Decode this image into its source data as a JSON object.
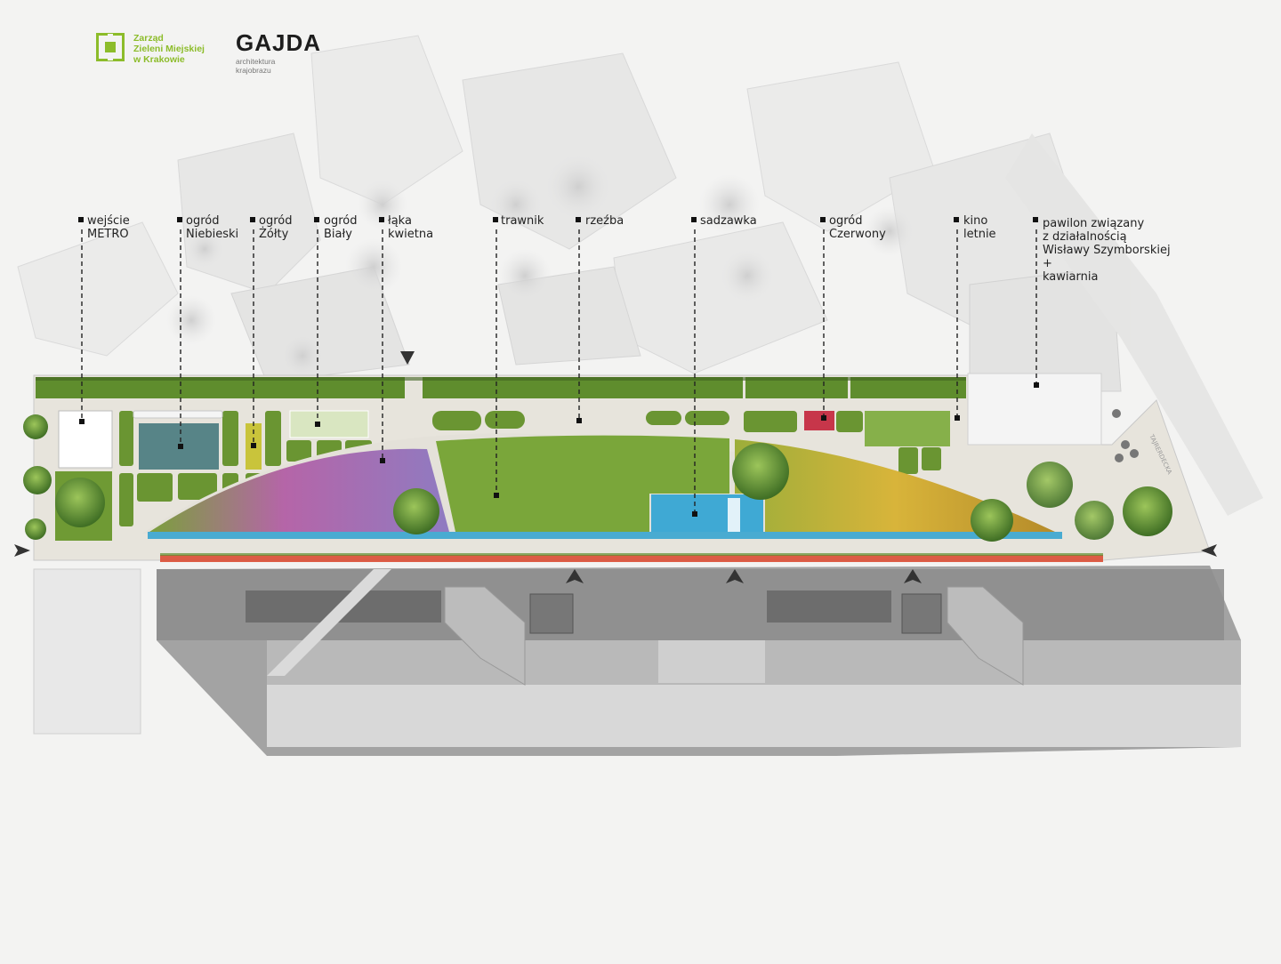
{
  "header": {
    "client_logo": {
      "name": "Zarząd\nZieleni Miejskiej\nw Krakowie",
      "color": "#8cbc2a",
      "icon": "zzm-square-logo"
    },
    "designer_logo": {
      "brand": "GAJDA",
      "subtitle": "architektura\nkrajobrazu"
    }
  },
  "street_label": "TAJRERDECKA",
  "callouts": [
    {
      "id": "metro",
      "text": "wejście\nMETRO"
    },
    {
      "id": "blue-garden",
      "text": "ogród\nNiebieski"
    },
    {
      "id": "yellow-garden",
      "text": "ogród\nŻółty"
    },
    {
      "id": "white-garden",
      "text": "ogród\nBiały"
    },
    {
      "id": "meadow",
      "text": "łąka\nkwietna"
    },
    {
      "id": "lawn",
      "text": "trawnik"
    },
    {
      "id": "sculpture",
      "text": "rzeźba"
    },
    {
      "id": "pond",
      "text": "sadzawka"
    },
    {
      "id": "red-garden",
      "text": "ogród\nCzerwony"
    },
    {
      "id": "cinema",
      "text": "kino\nletnie"
    },
    {
      "id": "pavilion",
      "text": "pawilon związany\nz działalnością\nWisławy Szymborskiej\n+\nkawiarnia"
    }
  ],
  "colors": {
    "lawn": "#7fa83a",
    "hedge": "#5d8a2c",
    "water": "#3fa9d4",
    "meadow_pink": "#c26ab3",
    "meadow_yellow": "#d8b43a",
    "path": "#e2dfd6",
    "building": "#a9a9a9",
    "red_plants": "#d9442a"
  }
}
